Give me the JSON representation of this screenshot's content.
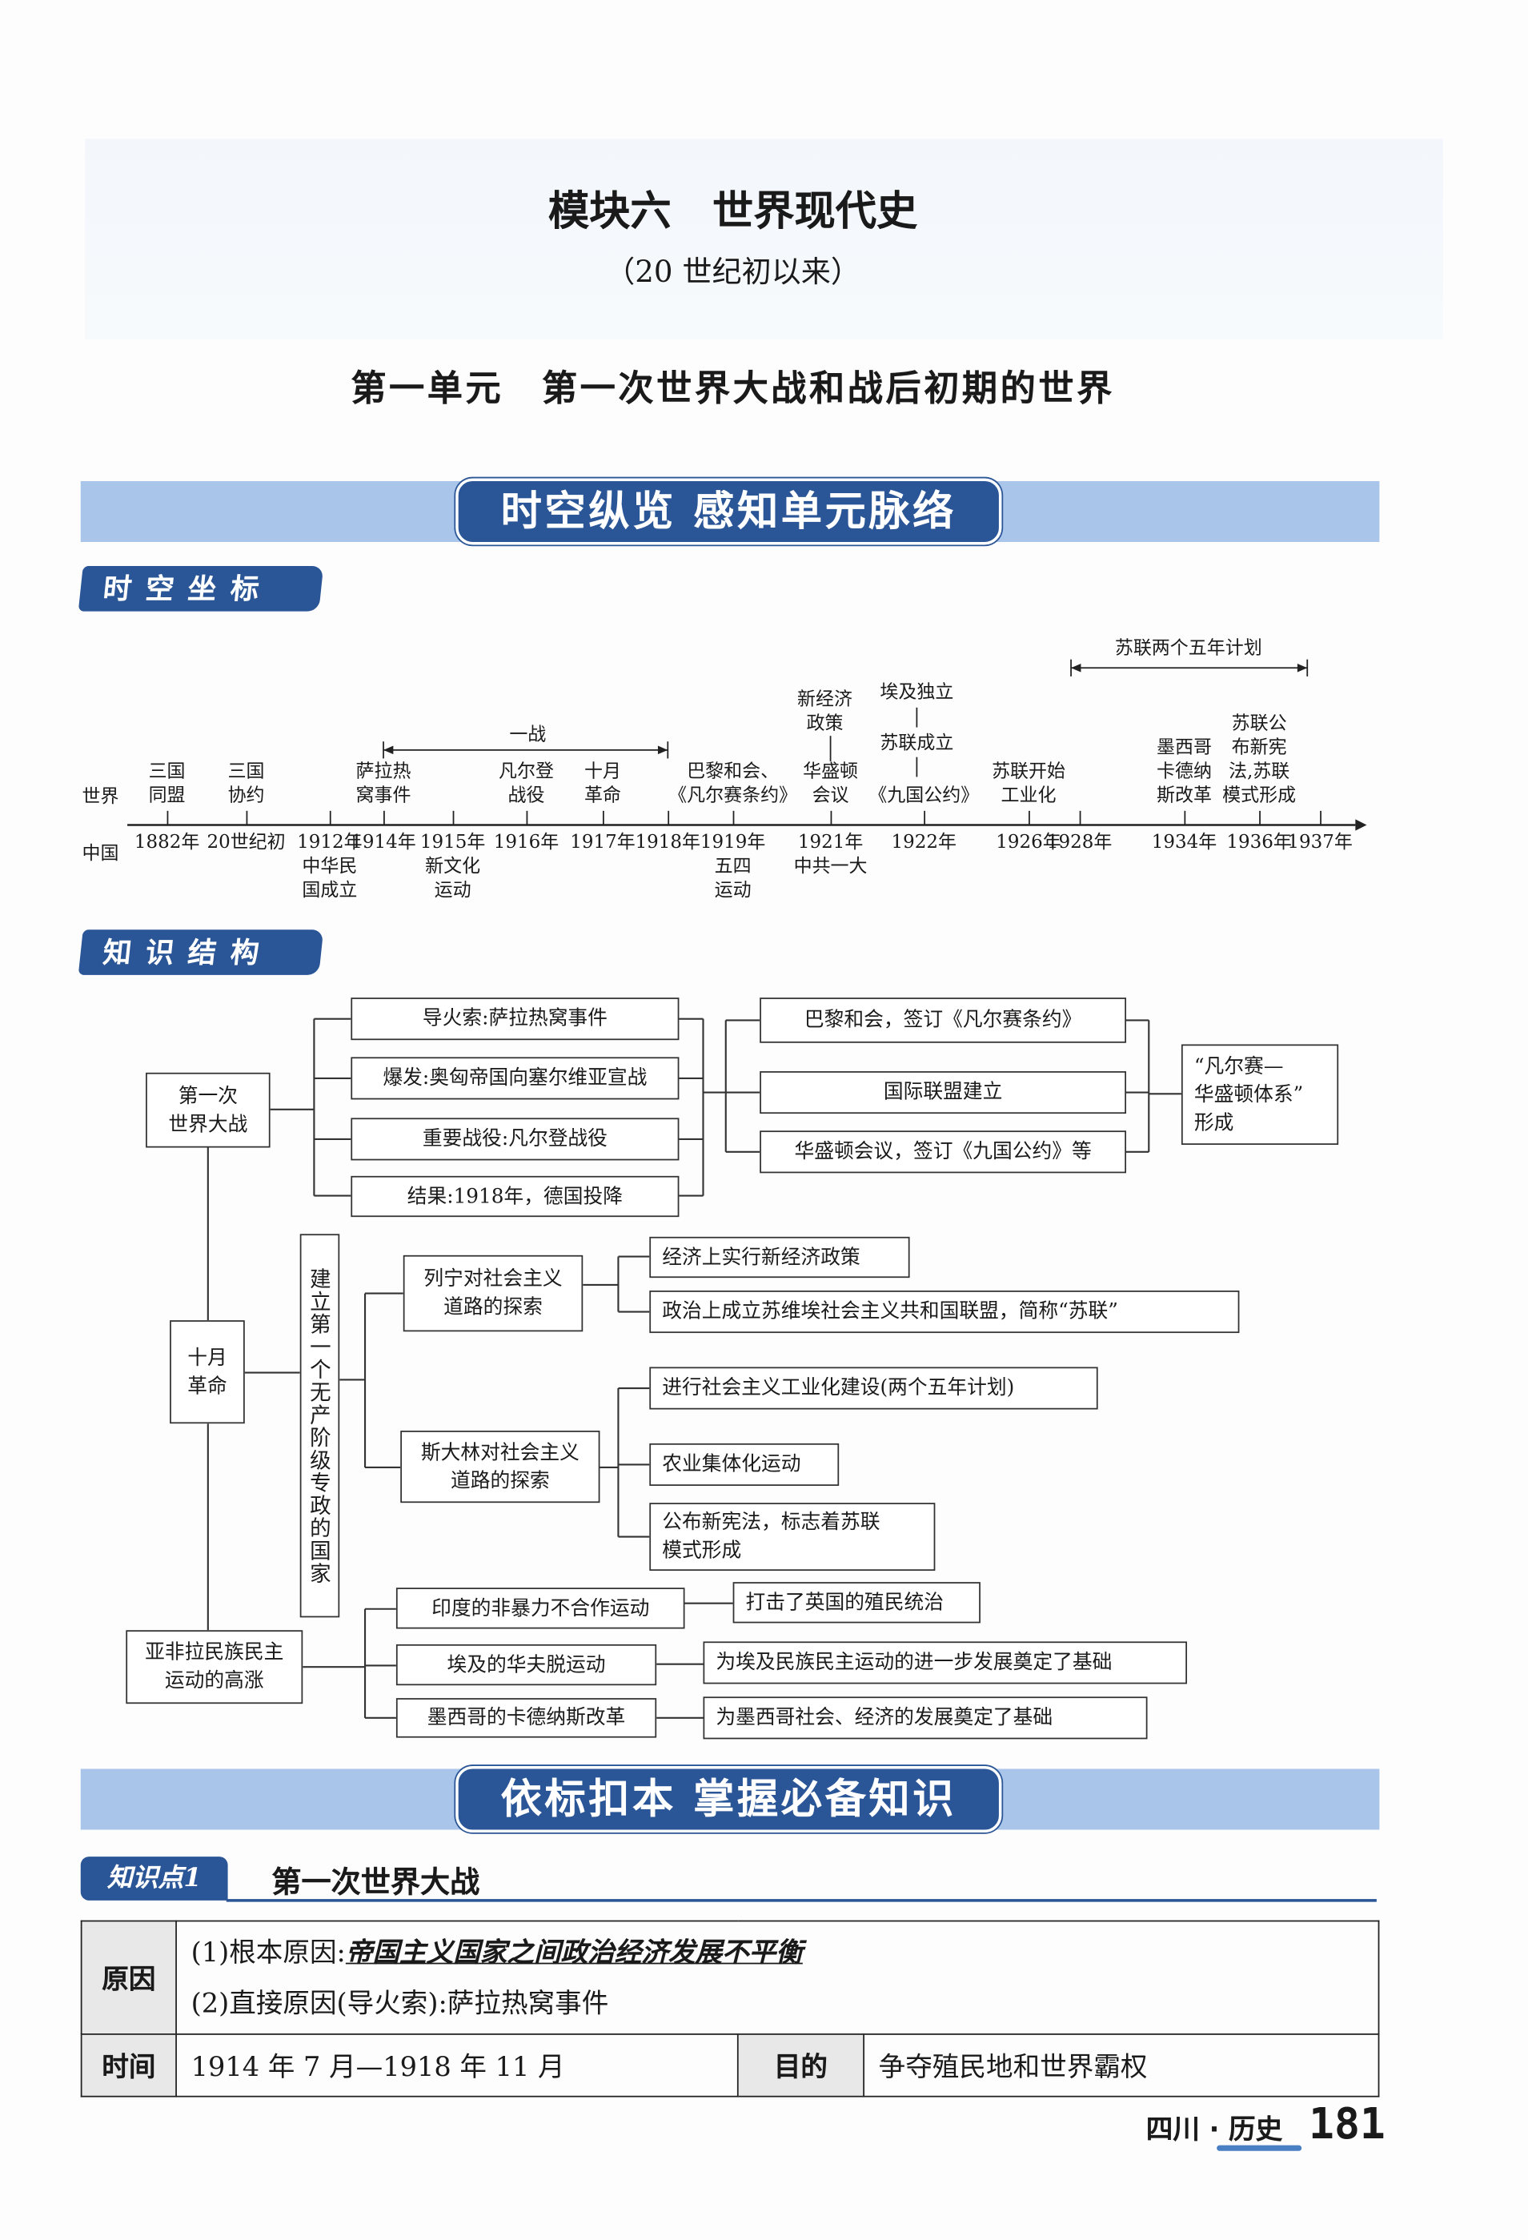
{
  "header": {
    "module_title": "模块六　世界现代史",
    "module_subtitle": "（20 世纪初以来）",
    "unit_title": "第一单元　第一次世界大战和战后初期的世界"
  },
  "banner1": "时空纵览 感知单元脉络",
  "tag_timeline": "时空坐标",
  "timeline": {
    "row_world": "世界",
    "row_china": "中国",
    "span_war": "一战",
    "span_plans": "苏联两个五年计划",
    "points": [
      {
        "year": "1882年",
        "world": "三国\n同盟",
        "china": ""
      },
      {
        "year": "20世纪初",
        "world": "三国\n协约",
        "china": ""
      },
      {
        "year": "1912年",
        "world": "",
        "china": "中华民\n国成立"
      },
      {
        "year": "1914年",
        "world": "萨拉热\n窝事件",
        "china": ""
      },
      {
        "year": "1915年",
        "world": "",
        "china": "新文化\n运动"
      },
      {
        "year": "1916年",
        "world": "凡尔登\n战役",
        "china": ""
      },
      {
        "year": "1917年",
        "world": "十月\n革命",
        "china": ""
      },
      {
        "year": "1918年",
        "world": "",
        "china": ""
      },
      {
        "year": "1919年",
        "world": "巴黎和会、\n《凡尔赛条约》",
        "china": "五四\n运动"
      },
      {
        "year": "1921年",
        "world": "华盛顿\n会议",
        "stack": [
          "新经济\n政策"
        ],
        "china": "中共一大"
      },
      {
        "year": "1922年",
        "world": "《九国公约》",
        "stack": [
          "苏联成立",
          "埃及独立"
        ],
        "china": ""
      },
      {
        "year": "1926年",
        "world": "苏联开始\n工业化",
        "china": ""
      },
      {
        "year": "1928年",
        "world": "",
        "china": ""
      },
      {
        "year": "1934年",
        "world": "墨西哥\n卡德纳\n斯改革",
        "china": ""
      },
      {
        "year": "1936年",
        "world": "苏联公\n布新宪\n法,苏联\n模式形成",
        "china": ""
      },
      {
        "year": "1937年",
        "world": "",
        "china": ""
      }
    ]
  },
  "tag_structure": "知识结构",
  "structure": {
    "ww1": "第一次\n世界大战",
    "ww1_items": [
      "导火索:萨拉热窝事件",
      "爆发:奥匈帝国向塞尔维亚宣战",
      "重要战役:凡尔登战役",
      "结果:1918年，德国投降"
    ],
    "post_items": [
      "巴黎和会，签订《凡尔赛条约》",
      "国际联盟建立",
      "华盛顿会议，签订《九国公约》等"
    ],
    "system": "“凡尔赛—\n华盛顿体系”\n形成",
    "october": "十月\n革命",
    "state": "建立第一个无产阶级专政的国家",
    "lenin": "列宁对社会主义\n道路的探索",
    "lenin_items": [
      "经济上实行新经济政策",
      "政治上成立苏维埃社会主义共和国联盟，简称“苏联”"
    ],
    "stalin": "斯大林对社会主义\n道路的探索",
    "stalin_items": [
      "进行社会主义工业化建设(两个五年计划)",
      "农业集体化运动",
      "公布新宪法，标志着苏联\n模式形成"
    ],
    "afl": "亚非拉民族民主\n运动的高涨",
    "afl_items": [
      "印度的非暴力不合作运动",
      "埃及的华夫脱运动",
      "墨西哥的卡德纳斯改革"
    ],
    "afl_results": [
      "打击了英国的殖民统治",
      "为埃及民族民主运动的进一步发展奠定了基础",
      "为墨西哥社会、经济的发展奠定了基础"
    ]
  },
  "banner2": "依标扣本 掌握必备知识",
  "kp": {
    "tag": "知识点1",
    "title": "第一次世界大战"
  },
  "table": {
    "cause_h": "原因",
    "cause1_prefix": "(1)根本原因:",
    "cause1": "帝国主义国家之间政治经济发展不平衡",
    "cause2": "(2)直接原因(导火索):萨拉热窝事件",
    "time_h": "时间",
    "time": "1914 年 7 月—1918 年 11 月",
    "goal_h": "目的",
    "goal": "争夺殖民地和世界霸权"
  },
  "footer": {
    "book": "四川 · 历史",
    "page": "181"
  }
}
